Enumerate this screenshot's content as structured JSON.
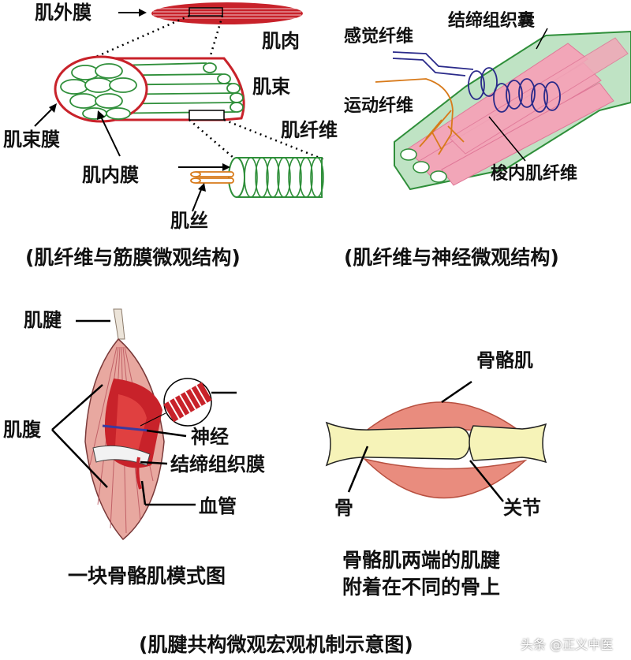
{
  "panel_fascia": {
    "labels": {
      "epimysium": "肌外膜",
      "muscle": "肌肉",
      "fascicle": "肌束",
      "muscle_fiber": "肌纤维",
      "perimysium": "肌束膜",
      "endomysium": "肌内膜",
      "myofilament": "肌丝"
    },
    "caption": "(肌纤维与筋膜微观结构)"
  },
  "panel_nerve": {
    "labels": {
      "sensory_fiber": "感觉纤维",
      "capsule": "结缔组织囊",
      "motor_fiber": "运动纤维",
      "intrafusal_fiber": "梭内肌纤维"
    },
    "caption": "(肌纤维与神经微观结构)"
  },
  "panel_muscle": {
    "labels": {
      "tendon": "肌腱",
      "belly": "肌腹",
      "nerve": "神经",
      "connective_membrane": "结缔组织膜",
      "vessel": "血管"
    },
    "caption": "一块骨骼肌模式图"
  },
  "panel_bone": {
    "labels": {
      "skeletal_muscle": "骨骼肌",
      "bone": "骨",
      "joint": "关节"
    },
    "caption_line1": "骨骼肌两端的肌腱",
    "caption_line2": "附着在不同的骨上"
  },
  "main_caption": "(肌腱共构微观宏观机制示意图)",
  "watermark": "头条 @正义中医",
  "colors": {
    "muscle_red": "#c8222a",
    "fiber_green": "#2f8f3a",
    "spindle_pink": "#f2a6b8",
    "capsule_green": "#bfe3c4",
    "motor_orange": "#d87a1a",
    "nerve_blue": "#2a2a8a",
    "bone_yellow": "#f6f3b8",
    "muscle_salmon": "#e98c7e"
  }
}
